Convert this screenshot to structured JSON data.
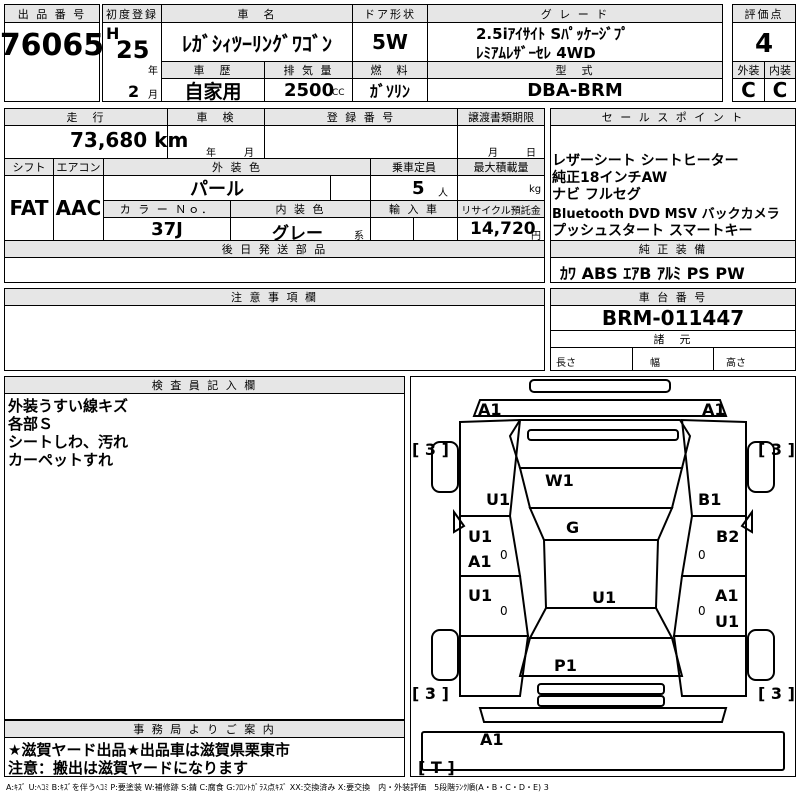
{
  "header": {
    "lot_no_label": "出 品 番 号",
    "lot_no": "76065",
    "first_reg_label": "初度登録",
    "era": "H",
    "year": "25",
    "year_unit": "年",
    "month": "2",
    "month_unit": "月",
    "model_label": "車　名",
    "model": "ﾚｶﾞｼｨﾂｰﾘﾝｸﾞﾜｺﾞﾝ",
    "door_label": "ドア形状",
    "door": "5W",
    "grade_label": "グ レ ー ド",
    "grade_line1": "2.5iｱｲｻｲﾄ Sﾊﾟｯｹｰｼﾞﾌﾟ",
    "grade_line2": "ﾚﾐｱﾑﾚｻﾞｰｾﾚ 4WD",
    "score_label": "評価点",
    "score": "4",
    "history_label": "車　歴",
    "history": "自家用",
    "displacement_label": "排 気 量",
    "displacement": "2500",
    "displacement_unit": "CC",
    "fuel_label": "燃　料",
    "fuel": "ｶﾞｿﾘﾝ",
    "type_label": "型　式",
    "type": "DBA-BRM",
    "ext_label": "外装",
    "ext": "C",
    "int_label": "内装",
    "int": "C"
  },
  "row2": {
    "mileage_label": "走　行",
    "mileage": "73,680 km",
    "inspection_label": "車　検",
    "inspection_year": "年",
    "inspection_month": "月",
    "plate_label": "登 録 番 号",
    "transfer_label": "譲渡書類期限",
    "transfer_month": "月",
    "transfer_day": "日",
    "shift_label": "シフト",
    "shift": "FAT",
    "ac_label": "エアコン",
    "ac": "AAC",
    "color_label": "外 装 色",
    "color": "パール",
    "capacity_label": "乗車定員",
    "capacity": "5",
    "capacity_unit": "人",
    "load_label": "最大積載量",
    "load_unit": "kg",
    "colorno_label": "カ ラ ー Ｎｏ．",
    "colorno": "37J",
    "interior_label": "内 装 色",
    "interior": "グレー",
    "interior_unit": "系",
    "import_label": "輸 入 車",
    "recycle_label": "リサイクル預託金",
    "recycle": "14,720",
    "recycle_unit": "円"
  },
  "later_parts_label": "後 日 発 送 部 品",
  "notes_label": "注 意 事 項 欄",
  "sales": {
    "label": "セ ー ル ス ポ イ ン ト",
    "lines": [
      "レザーシート シートヒーター",
      "純正18インチAW",
      "ナビ フルセグ",
      "Bluetooth DVD MSV バックカメラ",
      "プッシュスタート スマートキー"
    ],
    "equip_label": "純 正 装 備",
    "equip": "ｶﾜ ABS ｴｱB ｱﾙﾐ PS PW"
  },
  "chassis": {
    "label": "車 台 番 号",
    "value": "BRM-011447",
    "dims_label": "諸　元",
    "length": "長さ",
    "width": "幅",
    "height": "高さ"
  },
  "inspector": {
    "label": "検 査 員 記 入 欄",
    "lines": [
      "外装うすい線キズ",
      "各部Ｓ",
      "シートしわ、汚れ",
      "カーペットすれ"
    ]
  },
  "office": {
    "label": "事 務 局 よ り ご 案 内",
    "line1": "★滋賀ヤード出品★出品車は滋賀県栗東市",
    "line2": "注意：搬出は滋賀ヤードになります"
  },
  "diagram": {
    "marks": {
      "a1_tl": "A1",
      "a1_tr": "A1",
      "w1": "W1",
      "u1_l": "U1",
      "b1": "B1",
      "g": "G",
      "u1_fl": "U1",
      "a1_fl": "A1",
      "b2": "B2",
      "u1_rl": "U1",
      "u1_c": "U1",
      "a1_rr": "A1",
      "u1_rr": "U1",
      "p1": "P1",
      "a1_b": "A1",
      "tire_tl": "[ 3 ]",
      "tire_tr": "[ 3 ]",
      "tire_bl": "[ 3 ]",
      "tire_br": "[ 3 ]",
      "spare": "[ T ]",
      "zero1": "0",
      "zero2": "0",
      "zero3": "0",
      "zero4": "0"
    }
  },
  "legend": "A:ｷｽﾞ U:ﾍｺﾐ B:ｷｽﾞを伴うﾍｺﾐ P:要塗装 W:補修跡 S:錆 C:腐食 G:ﾌﾛﾝﾄｶﾞﾗｽ点ｷｽﾞ XX:交換済み X:要交換　内・外装評価　5段階ﾗﾝｸ順(A・B・C・D・E) 3"
}
